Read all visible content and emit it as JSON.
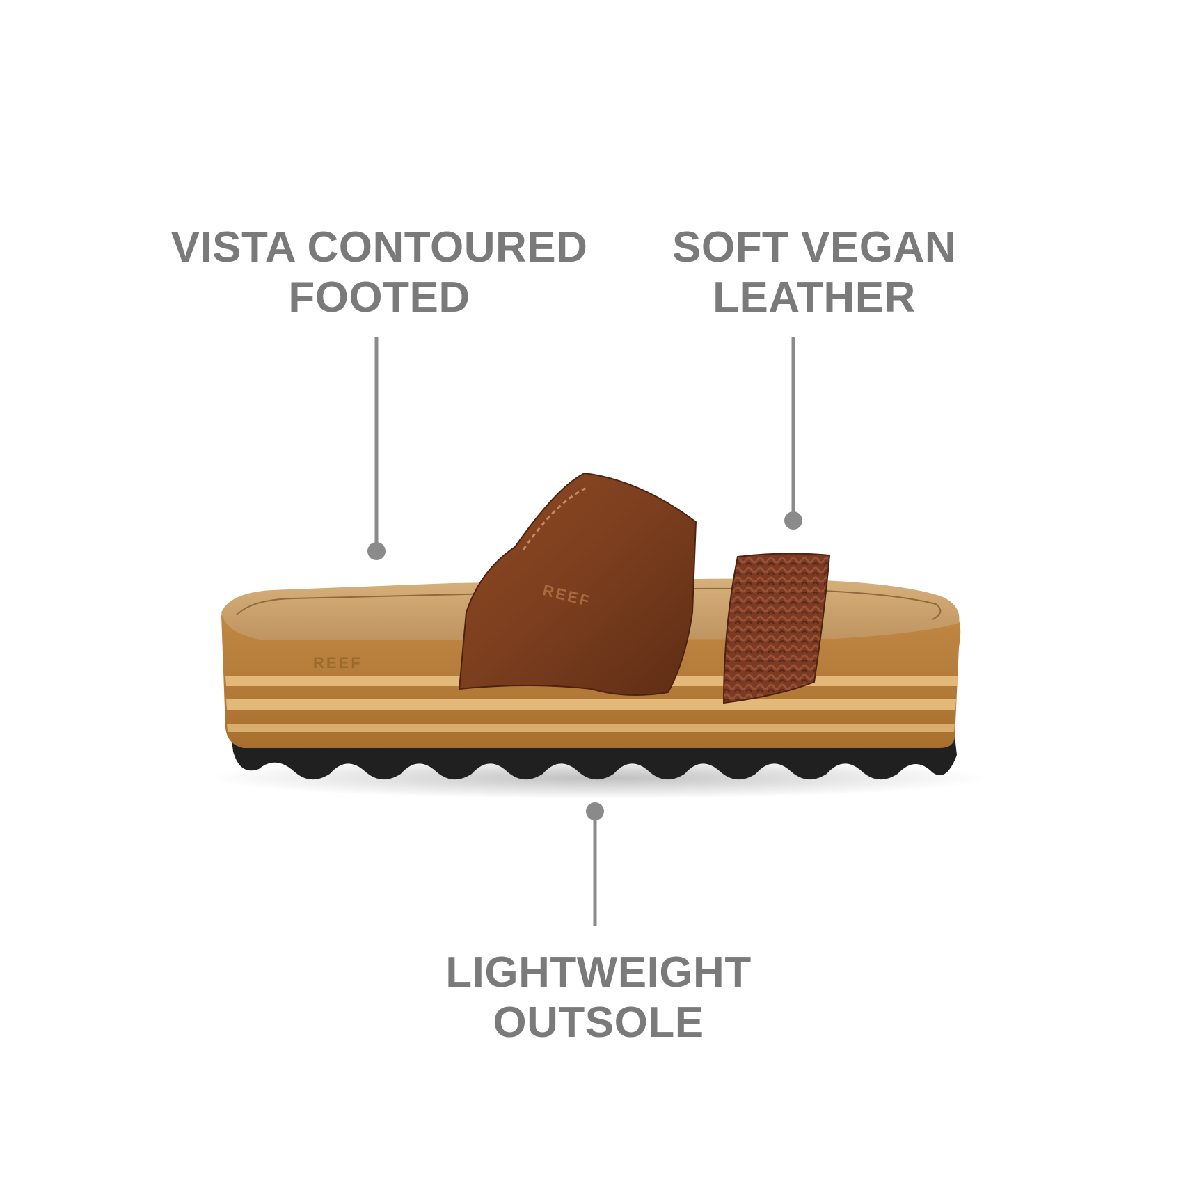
{
  "callouts": [
    {
      "id": "footbed",
      "line1": "VISTA CONTOURED",
      "line2": "FOOTED"
    },
    {
      "id": "leather",
      "line1": "SOFT VEGAN",
      "line2": "LEATHER"
    },
    {
      "id": "outsole",
      "line1": "LIGHTWEIGHT",
      "line2": "OUTSOLE"
    }
  ],
  "product": {
    "brand_mark_strap": "REEF",
    "brand_mark_sole": "REEF"
  },
  "colors": {
    "label_text": "#7a7a7a",
    "leader_line": "#8a8a8a",
    "strap_smooth": "#7b3e1e",
    "strap_woven": "#7a3a24",
    "cork": "#c9a16a",
    "midsole": "#b9803a",
    "midsole_stripe": "#e2b978",
    "outsole": "#202020"
  }
}
